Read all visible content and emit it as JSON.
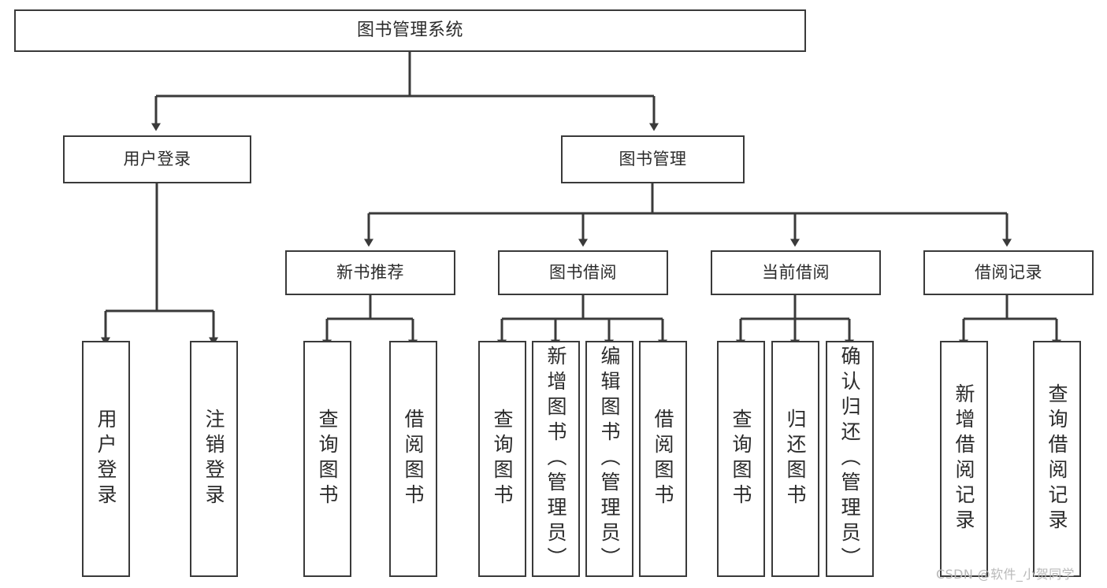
{
  "diagram": {
    "type": "tree-hierarchy-chart",
    "title": "图书管理系统",
    "line_color": "#3a3a3a",
    "box_fill": "#ffffff",
    "text_color": "#2b2b2b",
    "watermark": "CSDN @软件_小贺同学",
    "nodes": {
      "root": {
        "label": "图书管理系统"
      },
      "level1": [
        {
          "id": "user-login",
          "label": "用户登录"
        },
        {
          "id": "book-manage",
          "label": "图书管理"
        }
      ],
      "level2": [
        {
          "id": "new-book-recommend",
          "label": "新书推荐"
        },
        {
          "id": "book-borrow",
          "label": "图书借阅"
        },
        {
          "id": "current-borrow",
          "label": "当前借阅"
        },
        {
          "id": "borrow-record",
          "label": "借阅记录"
        }
      ],
      "leaves": [
        {
          "id": "leaf-user-login",
          "label": "用户登录",
          "parent": "user-login"
        },
        {
          "id": "leaf-user-logout",
          "label": "注销登录",
          "parent": "user-login"
        },
        {
          "id": "leaf-query-book-1",
          "label": "查询图书",
          "parent": "new-book-recommend"
        },
        {
          "id": "leaf-borrow-book-1",
          "label": "借阅图书",
          "parent": "new-book-recommend"
        },
        {
          "id": "leaf-query-book-2",
          "label": "查询图书",
          "parent": "book-borrow"
        },
        {
          "id": "leaf-add-book",
          "label": "新增图书（管理员）",
          "parent": "book-borrow"
        },
        {
          "id": "leaf-edit-book",
          "label": "编辑图书（管理员）",
          "parent": "book-borrow"
        },
        {
          "id": "leaf-borrow-book-2",
          "label": "借阅图书",
          "parent": "book-borrow"
        },
        {
          "id": "leaf-query-book-3",
          "label": "查询图书",
          "parent": "current-borrow"
        },
        {
          "id": "leaf-return-book",
          "label": "归还图书",
          "parent": "current-borrow"
        },
        {
          "id": "leaf-confirm-return",
          "label": "确认归还（管理员）",
          "parent": "current-borrow"
        },
        {
          "id": "leaf-add-record",
          "label": "新增借阅记录",
          "parent": "borrow-record"
        },
        {
          "id": "leaf-query-record",
          "label": "查询借阅记录",
          "parent": "borrow-record"
        }
      ]
    }
  }
}
